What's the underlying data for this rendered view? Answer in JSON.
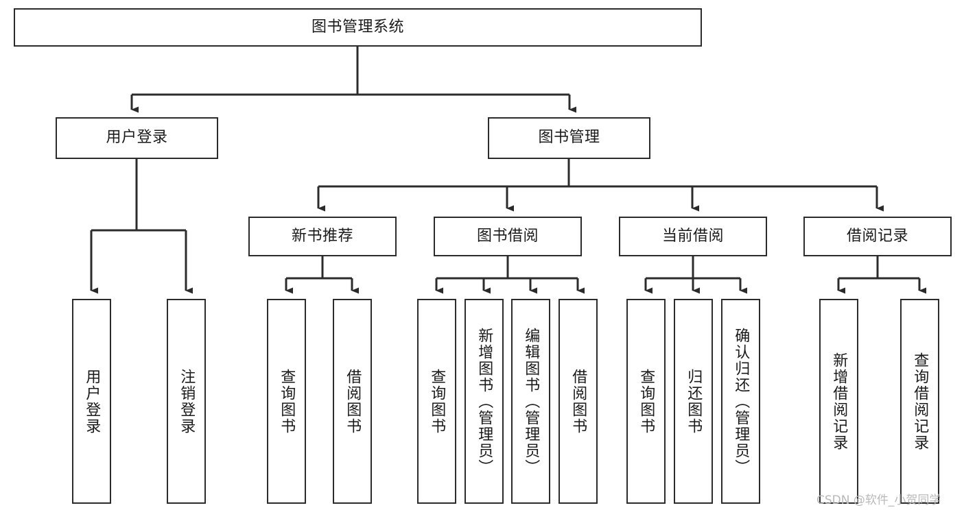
{
  "diagram": {
    "type": "tree-hierarchy",
    "title": "图书管理系统",
    "orientation": "top-down",
    "colors": {
      "box_stroke": "#2b2b2b",
      "box_fill": "#ffffff",
      "connector": "#2b2b2b",
      "text": "#1a1a1a",
      "watermark": "#b9b9b9",
      "background": "#ffffff"
    },
    "root": {
      "label": "图书管理系统",
      "text_orientation": "horizontal"
    },
    "level2": [
      {
        "id": "user-login",
        "label": "用户登录",
        "text_orientation": "horizontal"
      },
      {
        "id": "book-management",
        "label": "图书管理",
        "text_orientation": "horizontal"
      }
    ],
    "level3": [
      {
        "id": "new-book-recommend",
        "label": "新书推荐",
        "text_orientation": "horizontal",
        "parent": "book-management"
      },
      {
        "id": "book-borrow",
        "label": "图书借阅",
        "text_orientation": "horizontal",
        "parent": "book-management"
      },
      {
        "id": "current-borrow",
        "label": "当前借阅",
        "text_orientation": "horizontal",
        "parent": "book-management"
      },
      {
        "id": "borrow-record",
        "label": "借阅记录",
        "text_orientation": "horizontal",
        "parent": "book-management"
      }
    ],
    "leaves": [
      {
        "id": "leaf-user-login",
        "label": "用户登录",
        "parent": "user-login",
        "text_orientation": "vertical"
      },
      {
        "id": "leaf-user-logout",
        "label": "注销登录",
        "parent": "user-login",
        "text_orientation": "vertical"
      },
      {
        "id": "leaf-query-book-1",
        "label": "查询图书",
        "parent": "new-book-recommend",
        "text_orientation": "vertical"
      },
      {
        "id": "leaf-borrow-book-1",
        "label": "借阅图书",
        "parent": "new-book-recommend",
        "text_orientation": "vertical"
      },
      {
        "id": "leaf-query-book-2",
        "label": "查询图书",
        "parent": "book-borrow",
        "text_orientation": "vertical"
      },
      {
        "id": "leaf-add-book",
        "label": "新增图书（管理员）",
        "parent": "book-borrow",
        "text_orientation": "vertical"
      },
      {
        "id": "leaf-edit-book",
        "label": "编辑图书（管理员）",
        "parent": "book-borrow",
        "text_orientation": "vertical"
      },
      {
        "id": "leaf-borrow-book-2",
        "label": "借阅图书",
        "parent": "book-borrow",
        "text_orientation": "vertical"
      },
      {
        "id": "leaf-query-book-3",
        "label": "查询图书",
        "parent": "current-borrow",
        "text_orientation": "vertical"
      },
      {
        "id": "leaf-return-book",
        "label": "归还图书",
        "parent": "current-borrow",
        "text_orientation": "vertical"
      },
      {
        "id": "leaf-confirm-return",
        "label": "确认归还（管理员）",
        "parent": "current-borrow",
        "text_orientation": "vertical"
      },
      {
        "id": "leaf-add-record",
        "label": "新增借阅记录",
        "parent": "borrow-record",
        "text_orientation": "vertical"
      },
      {
        "id": "leaf-query-record",
        "label": "查询借阅记录",
        "parent": "borrow-record",
        "text_orientation": "vertical"
      }
    ],
    "watermark": "CSDN @软件_小贺同学"
  }
}
